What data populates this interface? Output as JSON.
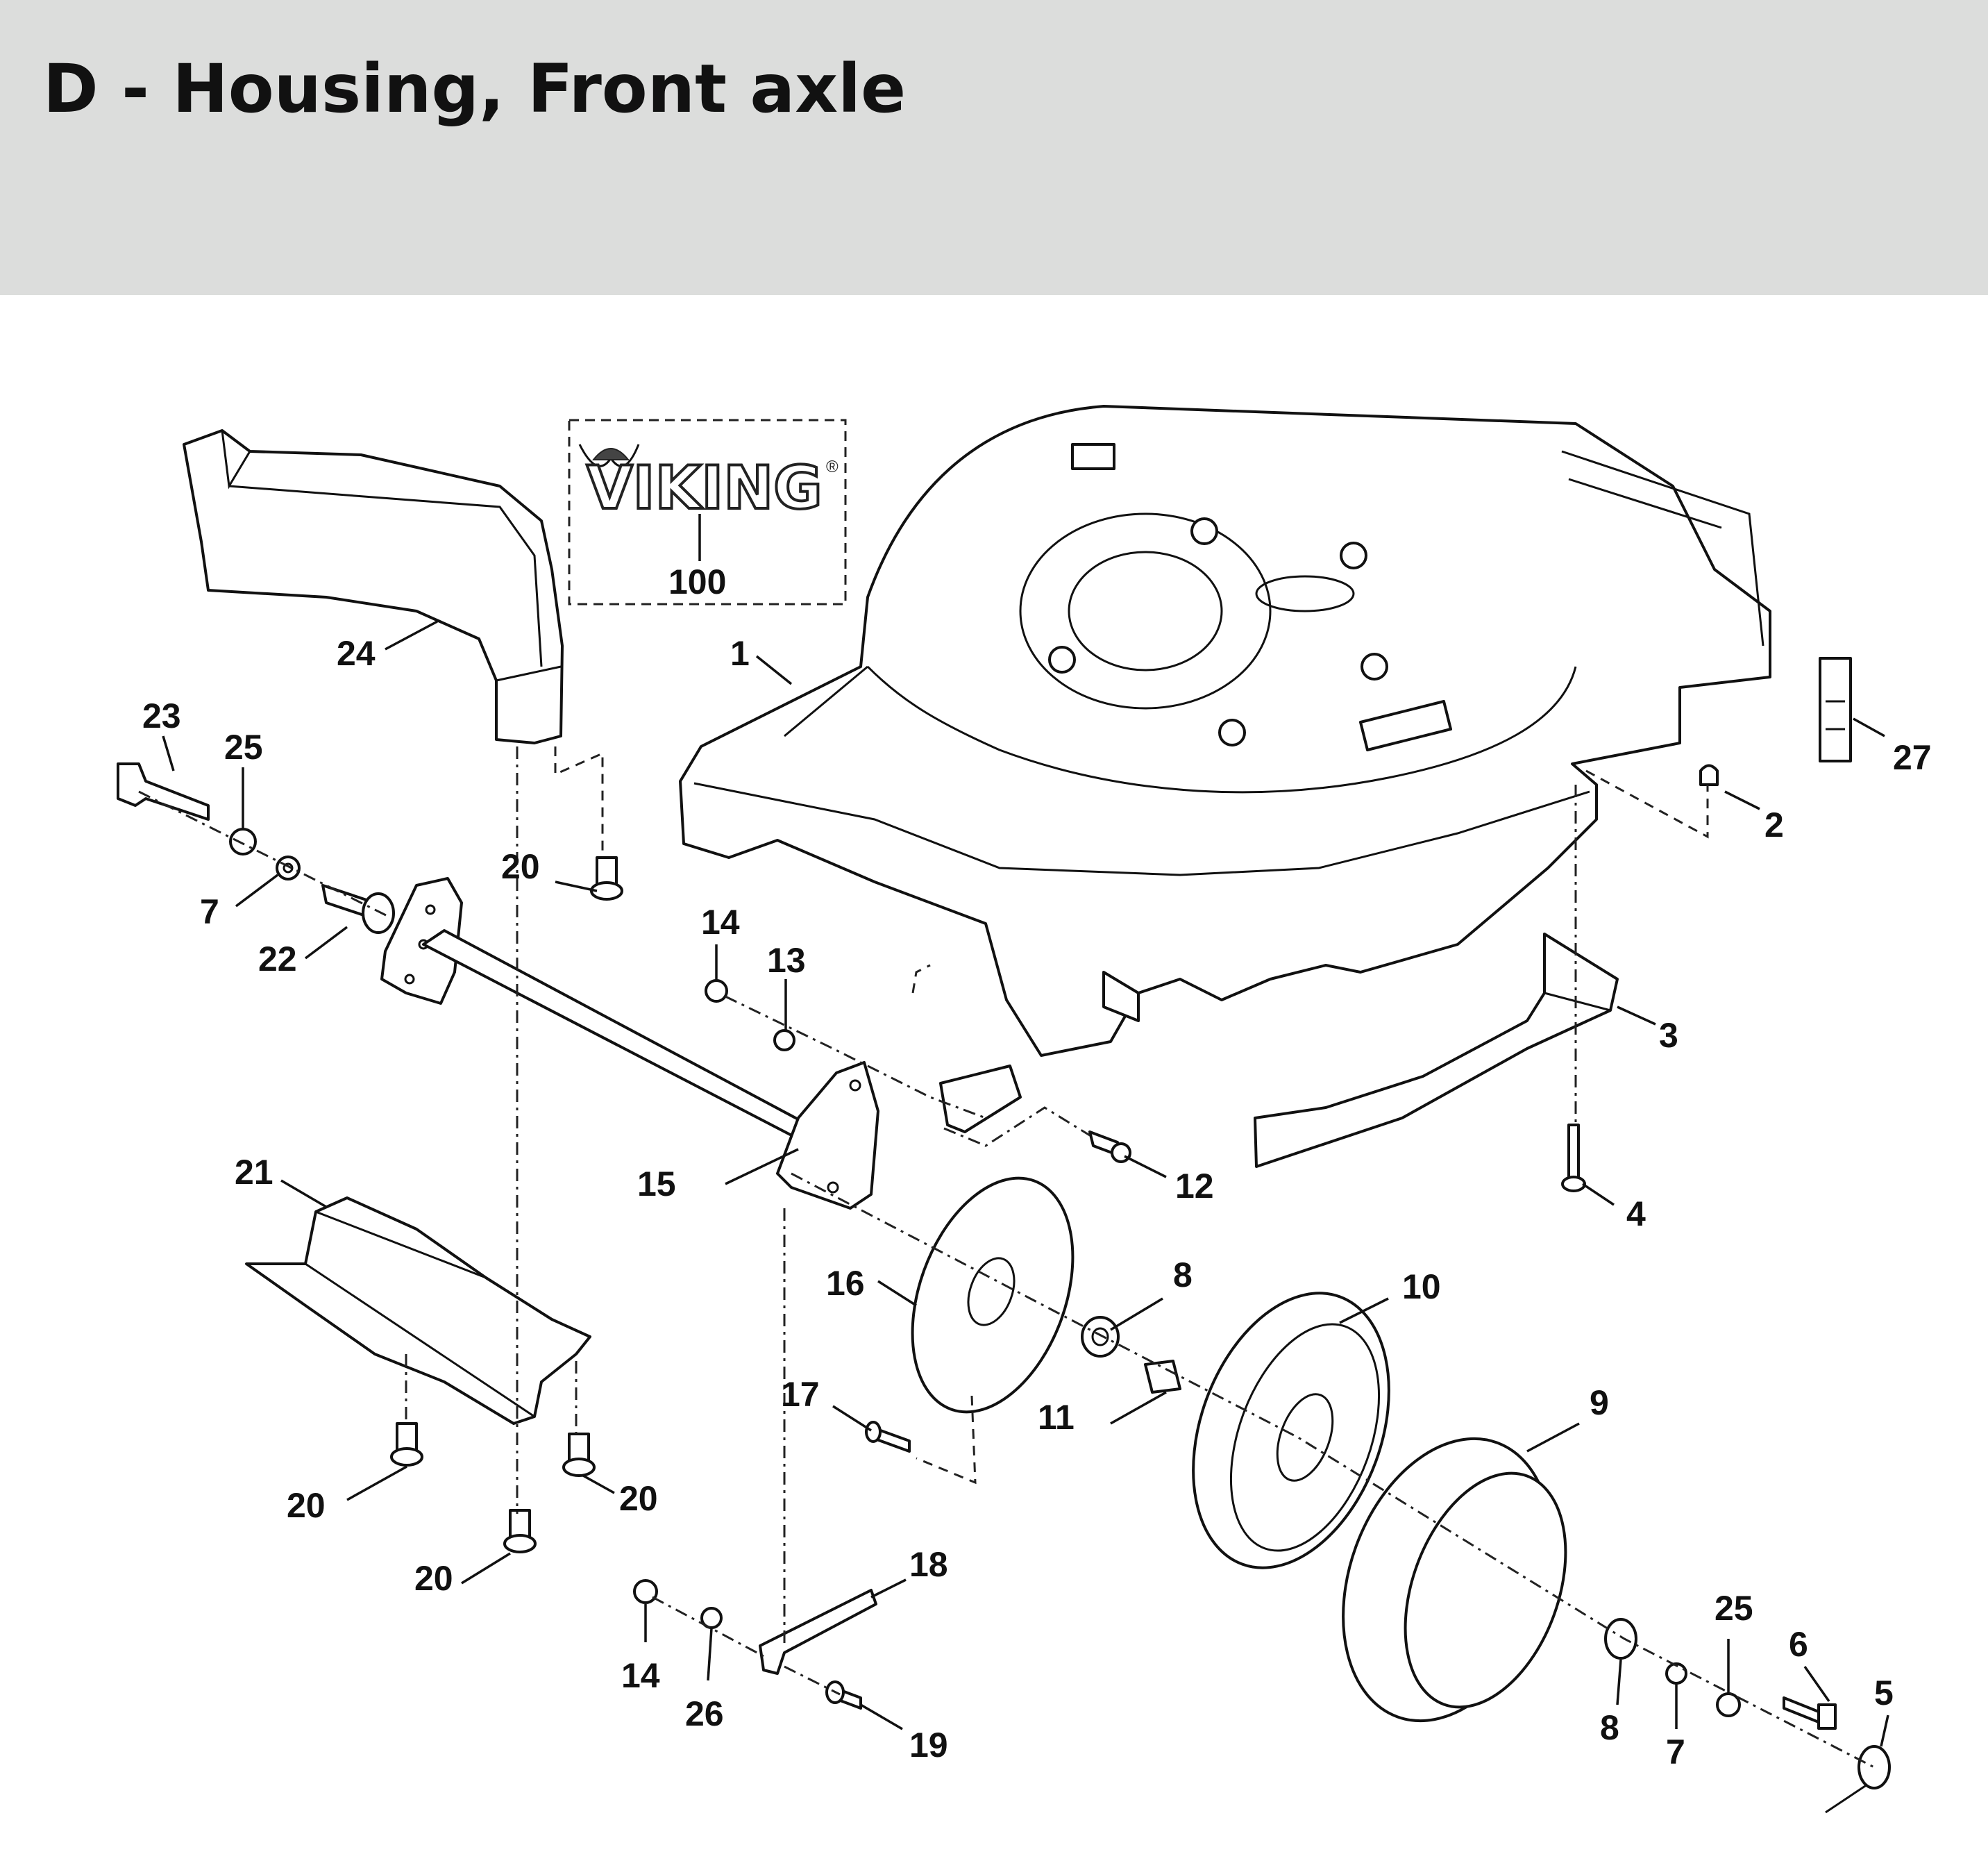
{
  "title": "D - Housing, Front axle",
  "logo": {
    "text": "VIKING",
    "mark": "®"
  },
  "callouts": [
    {
      "id": "c1",
      "text": "1"
    },
    {
      "id": "c2",
      "text": "2"
    },
    {
      "id": "c3",
      "text": "3"
    },
    {
      "id": "c4",
      "text": "4"
    },
    {
      "id": "c5",
      "text": "5"
    },
    {
      "id": "c6",
      "text": "6"
    },
    {
      "id": "c7a",
      "text": "7"
    },
    {
      "id": "c7b",
      "text": "7"
    },
    {
      "id": "c8a",
      "text": "8"
    },
    {
      "id": "c8b",
      "text": "8"
    },
    {
      "id": "c9",
      "text": "9"
    },
    {
      "id": "c10",
      "text": "10"
    },
    {
      "id": "c11",
      "text": "11"
    },
    {
      "id": "c12",
      "text": "12"
    },
    {
      "id": "c13",
      "text": "13"
    },
    {
      "id": "c14a",
      "text": "14"
    },
    {
      "id": "c14b",
      "text": "14"
    },
    {
      "id": "c15",
      "text": "15"
    },
    {
      "id": "c16",
      "text": "16"
    },
    {
      "id": "c17",
      "text": "17"
    },
    {
      "id": "c18",
      "text": "18"
    },
    {
      "id": "c19",
      "text": "19"
    },
    {
      "id": "c20a",
      "text": "20"
    },
    {
      "id": "c20b",
      "text": "20"
    },
    {
      "id": "c20c",
      "text": "20"
    },
    {
      "id": "c20d",
      "text": "20"
    },
    {
      "id": "c21",
      "text": "21"
    },
    {
      "id": "c22",
      "text": "22"
    },
    {
      "id": "c23",
      "text": "23"
    },
    {
      "id": "c24",
      "text": "24"
    },
    {
      "id": "c25a",
      "text": "25"
    },
    {
      "id": "c25b",
      "text": "25"
    },
    {
      "id": "c26",
      "text": "26"
    },
    {
      "id": "c27",
      "text": "27"
    },
    {
      "id": "c100",
      "text": "100"
    }
  ]
}
